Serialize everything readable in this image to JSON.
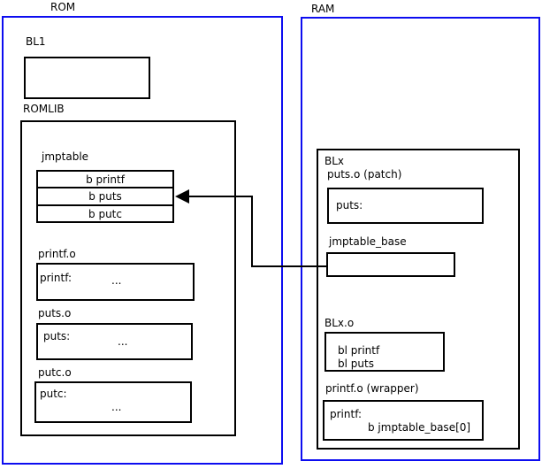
{
  "rom": {
    "label": "ROM",
    "bl1_label": "BL1",
    "romlib_label": "ROMLIB",
    "jmptable": {
      "label": "jmptable",
      "rows": [
        "b printf",
        "b puts",
        "b putc"
      ]
    },
    "printf_o": {
      "label": "printf.o",
      "symbol": "printf:",
      "dots": "..."
    },
    "puts_o": {
      "label": "puts.o",
      "symbol": "puts:",
      "dots": "..."
    },
    "putc_o": {
      "label": "putc.o",
      "symbol": "putc:",
      "dots": "..."
    }
  },
  "ram": {
    "label": "RAM",
    "blx_label": "BLx",
    "puts_patch": {
      "label": "puts.o (patch)",
      "symbol": "puts:"
    },
    "jmptable_base": {
      "label": "jmptable_base"
    },
    "blx_o": {
      "label": "BLx.o",
      "lines": [
        "bl printf",
        "bl puts"
      ]
    },
    "printf_wrapper": {
      "label": "printf.o (wrapper)",
      "symbol": "printf:",
      "body": "b jmptable_base[0]"
    }
  },
  "colors": {
    "container_border": "#0d0df0",
    "box_border": "#000000",
    "arrow": "#000000"
  }
}
